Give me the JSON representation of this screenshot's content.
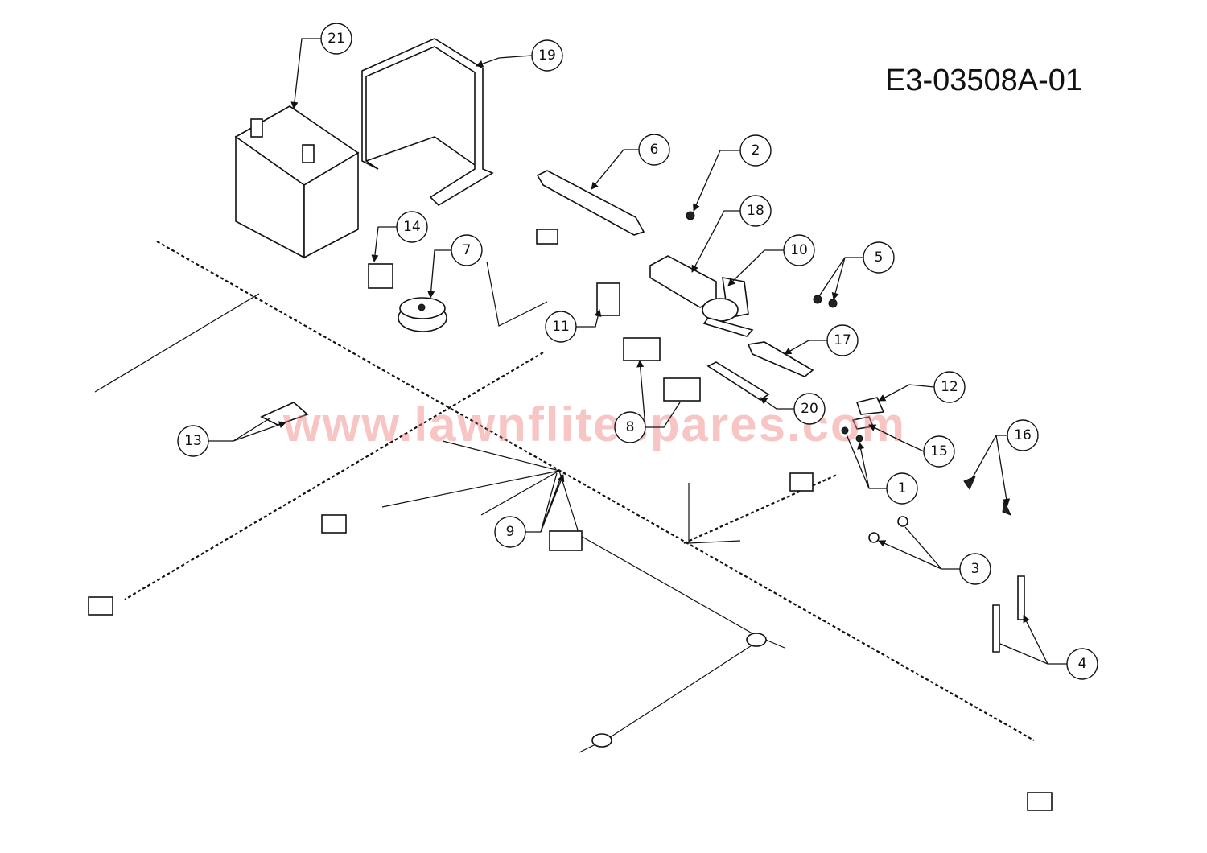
{
  "diagram": {
    "drawing_number": "E3-03508A-01",
    "watermark": "www.lawnflitespares.com",
    "callouts": {
      "c1": "1",
      "c2": "2",
      "c3": "3",
      "c4": "4",
      "c5": "5",
      "c6": "6",
      "c7": "7",
      "c8": "8",
      "c9": "9",
      "c10": "10",
      "c11": "11",
      "c12": "12",
      "c13": "13",
      "c14": "14",
      "c15": "15",
      "c16": "16",
      "c17": "17",
      "c18": "18",
      "c19": "19",
      "c20": "20",
      "c21": "21"
    }
  }
}
